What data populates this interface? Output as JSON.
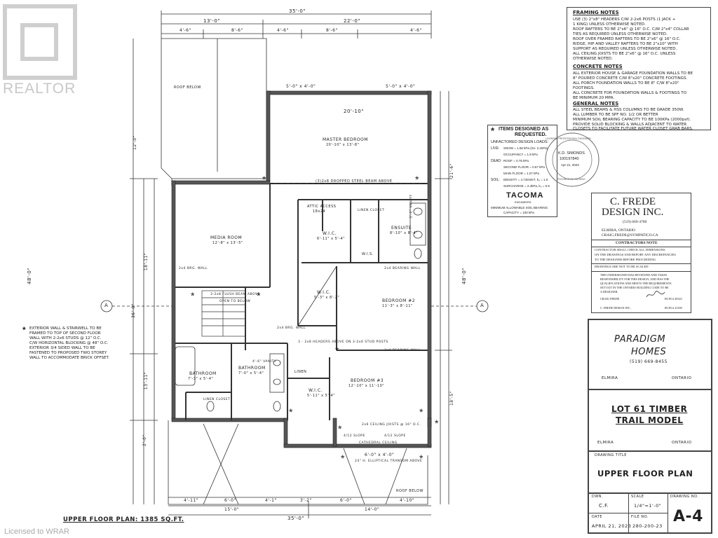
{
  "watermark": {
    "brand": "REALTOR",
    "footer": "Licensed to WRAR"
  },
  "framing_notes": {
    "title": "FRAMING NOTES",
    "lines": [
      "USE (3) 2\"x8\" HEADERS C/W 2-2x6 POSTS (1 JACK +",
      "1 KING) UNLESS OTHERWISE NOTED.",
      "ROOF RAFTERS TO BE 2\"x6\" @ 16\" O.C. C/W 2\"x4\" COLLAR",
      "TIES AS REQUIRED UNLESS OTHERWISE NOTED.",
      "ROOF OVER FRAMED RAFTERS TO BE 2\"x6\" @ 16\" O.C.",
      "RIDGE, HIP AND VALLEY RAFTERS TO BE 2\"x10\" WITH",
      "SUPPORT AS REQUIRED UNLESS OTHERWISE NOTED.",
      "ALL CEILING JOISTS TO BE 2\"x6\" @ 16\" O.C. UNLESS",
      "OTHERWISE NOTED."
    ],
    "concrete_title": "CONCRETE NOTES",
    "concrete_lines": [
      "ALL EXTERIOR HOUSE & GARAGE FOUNDATION WALLS TO BE",
      "8\" POURED CONCRETE C/W 8\"x20\" CONCRETE FOOTINGS.",
      " ALL PORCH FOUNDATION WALLS TO BE 8\" C/W 8\"x20\"",
      "FOOTINGS.",
      "ALL CONCRETE FOR FOUNDATION WALLS & FOOTINGS TO",
      "BE MINIMUM 20 MPA."
    ],
    "general_title": "GENERAL NOTES",
    "general_lines": [
      "ALL STEEL BEAMS & HSS COLUMNS TO BE GRADE 350W.",
      "ALL LUMBER TO BE SPF NO. 1/2 OR BETTER",
      "MINIMUM SOIL BEARING CAPACITY TO BE 100KPa (2000psf).",
      "PROVIDE SOLID BLOCKING & WALLS ADJACENT TO WATER",
      "CLOSETS TO FACILITATE FUTURE WATER CLOSET GRAB BARS."
    ]
  },
  "loads_box": {
    "star": "*",
    "title1": "ITEMS DESIGNED AS",
    "title2": "REQUESTED.",
    "subtitle": "UNFACTORED DESIGN LOADS:",
    "rows": [
      {
        "cat": "LIVE:",
        "text": "SNOW = 1.56 kPa (Ss- 2.1kPa)"
      },
      {
        "cat": "",
        "text": "OCCUPANCY = 1.9 kPa"
      },
      {
        "cat": "DEAD:",
        "text": "ROOF = 0.75 kPa"
      },
      {
        "cat": "",
        "text": "SECOND FLOOR = 0.57 kPa"
      },
      {
        "cat": "",
        "text": "MAIN FLOOR = 1.07 kPa"
      },
      {
        "cat": "SOIL:",
        "text": "DENSITY = 4.71kN/m³, k₀ = 1.0"
      },
      {
        "cat": "",
        "text": "SURCHARGE = 2.4kPa, k₀ = 0.5"
      }
    ],
    "logo": "TACOMA",
    "logo_sub": "ENGINEERS",
    "footer1": "MINIMUM ALLOWABLE SOIL BEARING",
    "footer2": "CAPACITY = 100 kPa"
  },
  "seal": {
    "ring_text": "LICENSED PROFESSIONAL ENGINEER",
    "name": "K.D. SIMONDS",
    "number": "100197840",
    "date": "Apr 21, 2023",
    "province": "PROVINCE OF ONTARIO"
  },
  "designer": {
    "name1": "C. FREDE",
    "name2": "DESIGN INC.",
    "phone": "(519) 669-4780",
    "city": "ELMIRA, ONTARIO",
    "email": "CRAIG.FREDE@SYMPATICO.CA",
    "contractor_title": "CONTRACTORS NOTE",
    "contractor_lines": [
      "CONTRACTOR SHALL CHECK ALL DIMENSIONS",
      "ON THE DRAWINGS AND REPORT ANY DISCREPANCIES",
      "TO THE DESIGNER BEFORE PROCEEDING"
    ],
    "not_scaled": "DRAWINGS ARE NOT TO BE SCALED",
    "responsibility_lines": [
      "THE UNDERSIGNED HAS REVIEWED AND TAKES",
      "RESPONSIBILITY FOR THIS DESIGN, AND HAS THE",
      "QUALIFICATIONS AND MEETS THE REQUIREMENTS",
      "SET OUT IN THE ONTARIO BUILDING CODE TO BE",
      "A DESIGNER."
    ],
    "sign_name": "CRAIG FREDE",
    "bcin1": "BCIN # 20343",
    "company": "C. FREDE DESIGN INC.",
    "bcin2": "BCIN # 41300"
  },
  "title_block": {
    "client1": "PARADIGM",
    "client2": "HOMES",
    "client_phone": "(519) 669-8455",
    "client_city": "ELMIRA",
    "client_prov": "ONTARIO",
    "project1": "LOT 61 TIMBER",
    "project2": "TRAIL MODEL",
    "project_city": "ELMIRA",
    "project_prov": "ONTARIO",
    "drawing_title_label": "DRAWING TITLE",
    "drawing_title": "UPPER FLOOR PLAN",
    "dwn_label": "DWN.",
    "dwn": "C.F.",
    "scale_label": "SCALE",
    "scale": "1/4\"=1'-0\"",
    "date_label": "DATE",
    "date": "APRIL 21, 2023",
    "file_label": "FILE NO.",
    "file_no": "280-200-23",
    "dwg_no_label": "DRAWING NO.",
    "dwg_no": "A-4"
  },
  "plan": {
    "caption": "UPPER FLOOR PLAN: 1385 SQ.FT.",
    "dims": {
      "top_total": "35'-0\"",
      "top_left": "13'-0\"",
      "top_right": "22'-0\"",
      "top_seg1": "4'-6\"",
      "top_seg2": "8'-6\"",
      "top_seg3": "4'-6\"",
      "top_seg4": "8'-6\"",
      "top_seg5": "4'-6\"",
      "bay1": "5'-0\" x 4'-0\"",
      "bay2": "5'-0\" x 4'-0\"",
      "master_w": "20'-10\"",
      "left_12": "12'-0\"",
      "left_36": "36'-0\"",
      "left_48": "48'-0\"",
      "left_18": "18'-11\"",
      "left_13": "13'-11\"",
      "left_20": "2'-0\"",
      "right_48": "48'-0\"",
      "right_21": "21'-6\"",
      "right_185": "18'-5\"",
      "bottom_total": "35'-0\"",
      "bottom_15": "15'-0\"",
      "bottom_14": "14'-0\"",
      "bottom_seg1": "4'-11\"",
      "bottom_seg2": "6'-0\"",
      "bottom_seg3": "4'-1\"",
      "bottom_seg4": "3'-2\"",
      "bottom_seg5": "6'-0\"",
      "bottom_seg6": "4'-10\""
    },
    "rooms": {
      "master": "MASTER BEDROOM",
      "master_size": "20'-10\" x 13'-8\"",
      "media": "MEDIA ROOM",
      "media_size": "12'-8\" x 13'-5\"",
      "ensuite": "ENSUITE",
      "ensuite_size": "8'-10\" x 8'-4\"",
      "wic1": "W.I.C.",
      "wic1_size": "6'-11\" x 5'-4\"",
      "wic2": "W.I.C.",
      "wic2_size": "5'-3\" x 8'-2\"",
      "wis": "W.I.S.",
      "bedroom2": "BEDROOM #2",
      "bedroom2_size": "11'-3\" x 8'-11\"",
      "bedroom3": "BEDROOM #3",
      "bedroom3_size": "12'-10\" x 11'-10\"",
      "bathroom1": "BATHROOM",
      "bathroom1_size": "7'-3\" x 5'-4\"",
      "bathroom2": "BATHROOM",
      "bathroom2_size": "7'-0\" x 5'-4\"",
      "wic3": "W.I.C.",
      "wic3_size": "5'-11\" x 5'-4\"",
      "linen1": "LINEN CLOSET",
      "linen2": "LINEN",
      "linen3": "LINEN CLOSET",
      "attic": "ATTIC ACCESS",
      "attic_size": "18x24",
      "open_to_below": "OPEN TO BELOW",
      "roof_below1": "ROOF BELOW",
      "roof_below2": "ROOF BELOW",
      "vanity1": "5'-0\" VANITY",
      "vanity2": "4'-6\" VANITY",
      "cathedral": "CATHEDRAL CEILING",
      "slope1": "4/12 SLOPE",
      "slope2": "4/12 SLOPE",
      "transom": "24\" H. ELLIPTICAL TRANSOM ABOVE",
      "window": "6'-0\" x 4'-0\"",
      "beam": "(3)2x8 DROPPED STEEL BEAM ABOVE",
      "flush_beam": "3-2x8 FLUSH BEAM ABOVE",
      "bearing1": "2x4 BEARING WALL",
      "bearing2": "2x4 BEARING WALL",
      "brg_wall1": "2x4 BRG. WALL",
      "brg_wall2": "2x4 BRG. WALL",
      "headers": "3 - 2x8 HEADERS ABOVE ON 3-2x6 STUD POSTS",
      "ceiling_joists": "2x6 CEILING JOISTS @ 16\" O.C.",
      "section_a": "A"
    },
    "exterior_note": [
      "EXTERIOR WALL & STAIRWELL TO BE",
      "FRAMED TO TOP OF SECOND FLOOR",
      "WALL WITH 2-2x6 STUDS @ 12\" O.C.",
      "C/W HORIZONTAL BLOCKING @ 48\" O.C.",
      "EXTERIOR 3/4 SIDED WALL TO BE",
      "FASTENED TO PROPOSED TWO STOREY",
      "WALL TO ACCOMMODATE BRICK OFFSET."
    ]
  }
}
